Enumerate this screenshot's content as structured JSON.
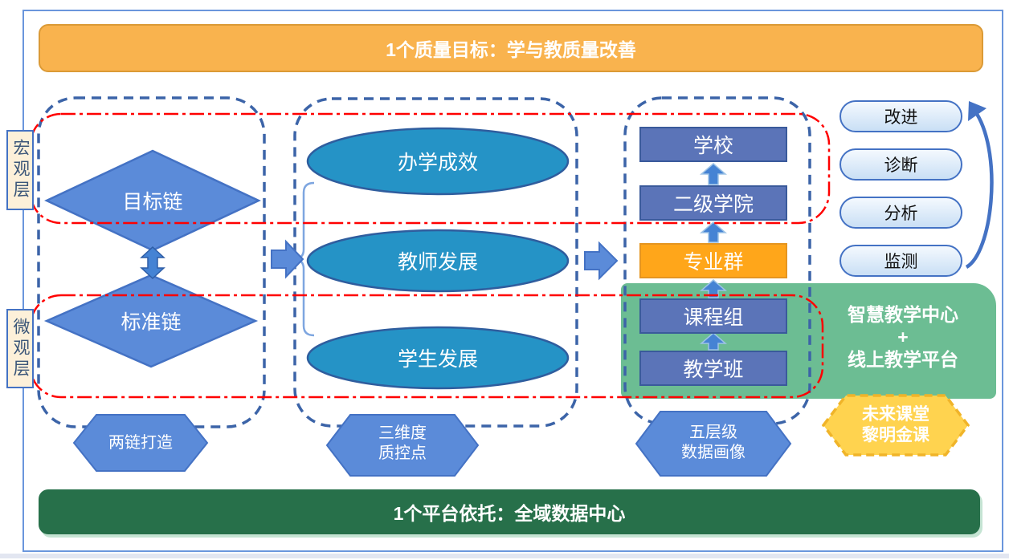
{
  "banners": {
    "quality_goal": "1个质量目标：学与教质量改善",
    "platform": "1个平台依托：全域数据中心"
  },
  "layer_labels": {
    "macro": "宏观层",
    "micro": "微观层"
  },
  "chains_column": {
    "diamonds": [
      {
        "label": "目标链"
      },
      {
        "label": "标准链"
      }
    ],
    "badge_lines": [
      "两链打造"
    ]
  },
  "dimensions_column": {
    "ellipses": [
      {
        "label": "办学成效"
      },
      {
        "label": "教师发展"
      },
      {
        "label": "学生发展"
      }
    ],
    "badge_lines": [
      "三维度",
      "质控点"
    ]
  },
  "levels_column": {
    "boxes": [
      {
        "label": "学校"
      },
      {
        "label": "二级学院"
      },
      {
        "label": "专业群",
        "highlight": true
      },
      {
        "label": "课程组"
      },
      {
        "label": "教学班"
      }
    ],
    "badge_lines": [
      "五层级",
      "数据画像"
    ]
  },
  "cycle_pills": [
    {
      "label": "改进"
    },
    {
      "label": "诊断"
    },
    {
      "label": "分析"
    },
    {
      "label": "监测"
    }
  ],
  "smart_teaching_box": {
    "lines": [
      "智慧教学中心",
      "+",
      "线上教学平台"
    ]
  },
  "future_course_badge": {
    "lines": [
      "未来课堂",
      "黎明金课"
    ]
  },
  "colors": {
    "banner_orange": "#F9B34E",
    "banner_green": "#27704A",
    "column_outline_blue": "#3C64A8",
    "scope_outline_red": "#FF0000",
    "shape_blue": "#5B8BD9",
    "ellipse_blue": "#2593C6",
    "level_box_blue": "#5B74B8",
    "highlight_orange": "#FFA61A",
    "platform_green": "#6CBD93",
    "future_yellow": "#FFD34F"
  }
}
